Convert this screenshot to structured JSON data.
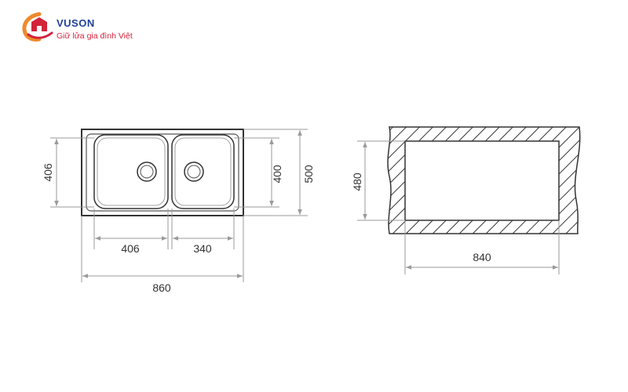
{
  "logo": {
    "brand": "VUSON",
    "tagline": "Giữ lửa gia đình Việt",
    "colors": {
      "brand": "#1f3f9a",
      "accent": "#d2233a",
      "flame": "#f08a2c"
    }
  },
  "sink_drawing": {
    "width_total": "860",
    "height_total": "500",
    "bowl_height_left": "406",
    "bowl_height_right": "400",
    "bowl_width_left": "406",
    "bowl_width_right": "340"
  },
  "cutout_drawing": {
    "width": "840",
    "height": "480"
  }
}
